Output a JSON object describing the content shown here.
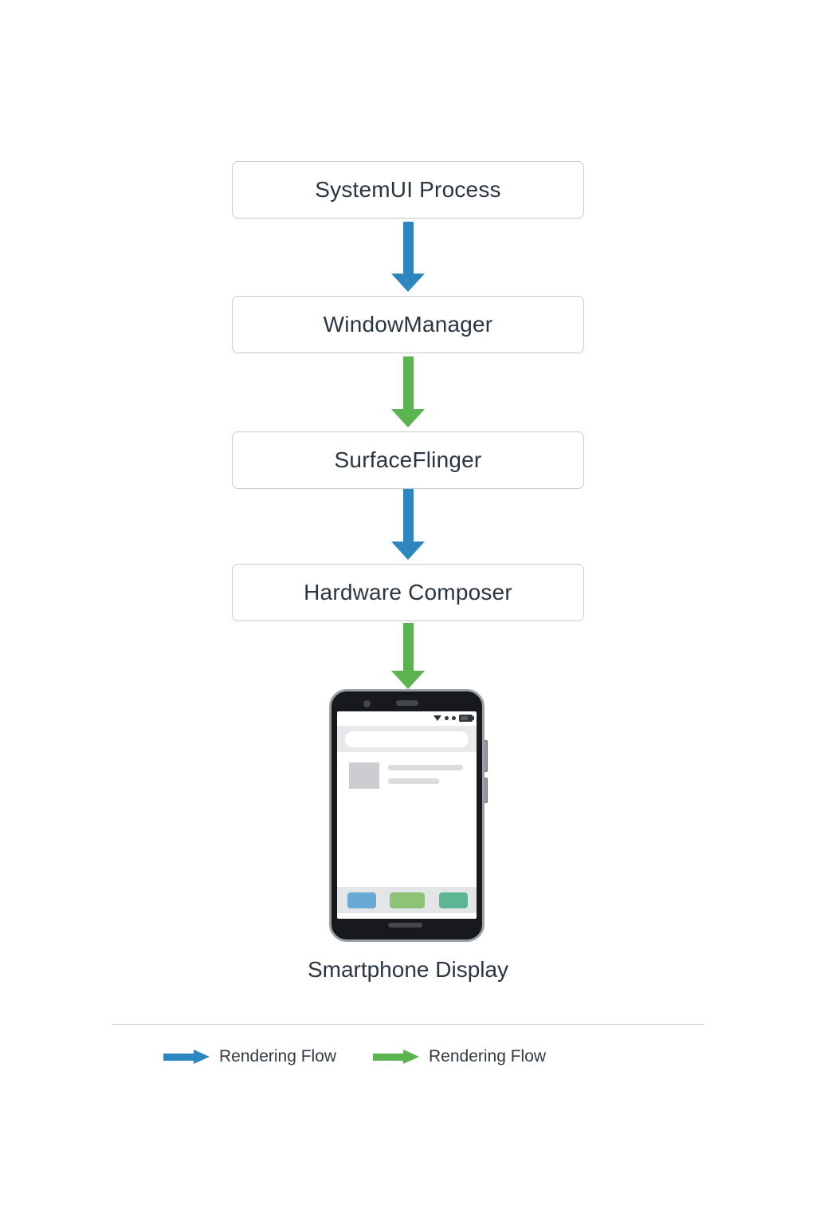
{
  "diagram": {
    "title": "",
    "nodes": [
      {
        "id": "systemui-process",
        "label": "SystemUI Process"
      },
      {
        "id": "windowmanager",
        "label": "WindowManager"
      },
      {
        "id": "surfaceflinger",
        "label": "SurfaceFlinger"
      },
      {
        "id": "hardware-composer",
        "label": "Hardware Composer"
      }
    ],
    "arrows": [
      {
        "from": "systemui-process",
        "to": "windowmanager",
        "direction": "down",
        "color": "#2e86c1",
        "color_name": "blue"
      },
      {
        "from": "windowmanager",
        "to": "surfaceflinger",
        "direction": "down",
        "color": "#5cb451",
        "color_name": "green"
      },
      {
        "from": "surfaceflinger",
        "to": "hardware-composer",
        "direction": "down",
        "color": "#2e86c1",
        "color_name": "blue"
      },
      {
        "from": "hardware-composer",
        "to": "smartphone-display",
        "direction": "down",
        "color": "#5cb451",
        "color_name": "green"
      }
    ]
  },
  "device": {
    "caption": "Smartphone Display",
    "screen": {
      "chip_colors": [
        "#68a9d5",
        "#8cc377",
        "#5db593"
      ]
    }
  },
  "legend": {
    "items": [
      {
        "label": "Rendering Flow",
        "color": "#2e86c1",
        "color_name": "blue"
      },
      {
        "label": "Rendering Flow",
        "color": "#5cb451",
        "color_name": "green"
      }
    ]
  },
  "colors": {
    "blue": "#2e86c1",
    "green": "#5cb451",
    "box_border": "#c9cbcd",
    "text": "#2b3540",
    "background": "#ffffff"
  }
}
